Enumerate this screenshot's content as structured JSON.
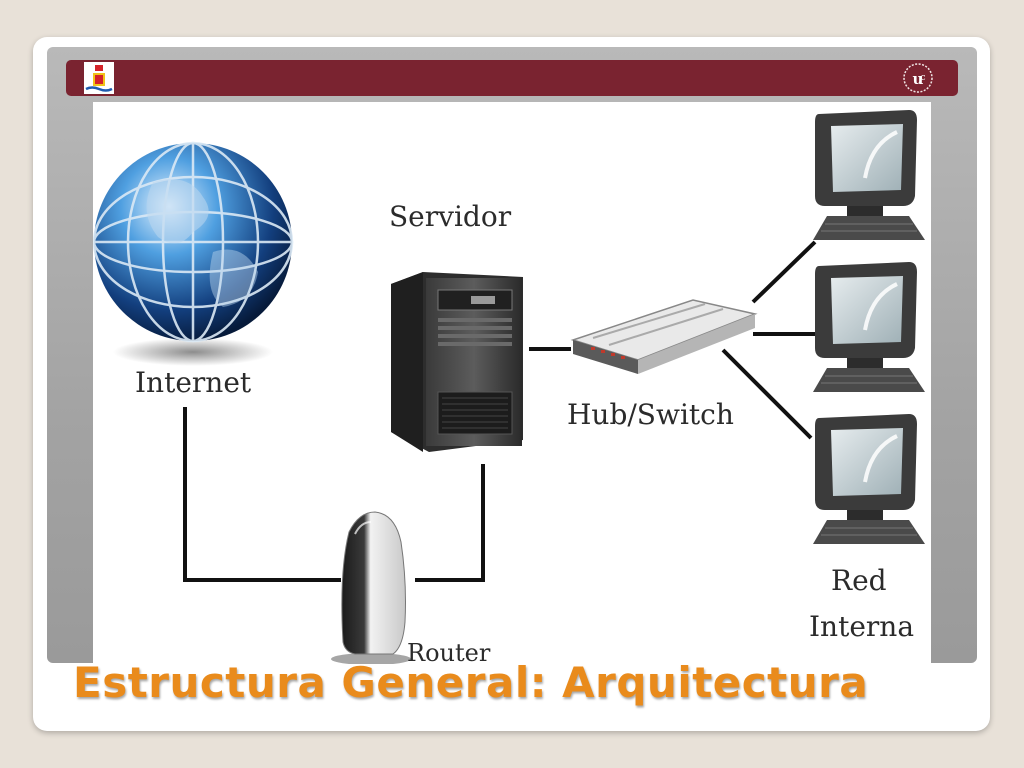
{
  "slide": {
    "title": "Estructura General: Arquitectura",
    "header_color": "#7a2330",
    "title_color": "#e98b1c"
  },
  "diagram": {
    "nodes": [
      {
        "id": "internet",
        "label": "Internet",
        "icon": "globe-icon"
      },
      {
        "id": "servidor",
        "label": "Servidor",
        "icon": "server-tower-icon"
      },
      {
        "id": "hub",
        "label": "Hub/Switch",
        "icon": "network-switch-icon"
      },
      {
        "id": "router",
        "label": "Router",
        "icon": "router-icon"
      },
      {
        "id": "red",
        "label_line1": "Red",
        "label_line2": "Interna",
        "icon": "desktop-computer-icon"
      }
    ],
    "links": [
      {
        "from": "internet",
        "to": "router"
      },
      {
        "from": "router",
        "to": "servidor"
      },
      {
        "from": "servidor",
        "to": "hub"
      },
      {
        "from": "hub",
        "to": "red"
      }
    ]
  }
}
